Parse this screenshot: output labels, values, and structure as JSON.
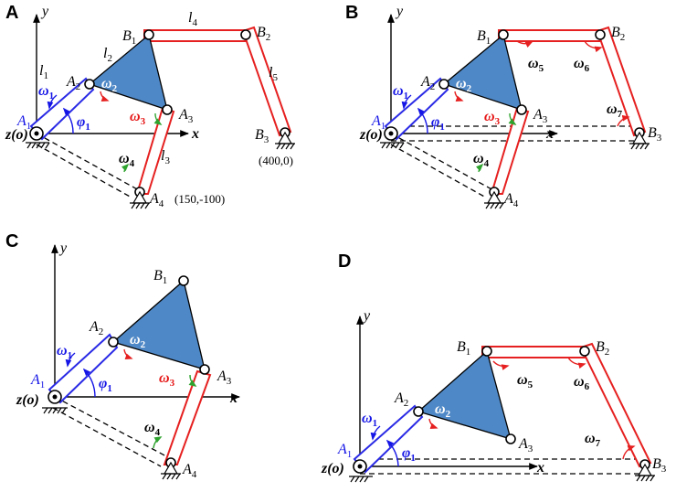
{
  "panels": {
    "A": {
      "label": "A",
      "labels": {
        "y": "y",
        "x": "x",
        "origin": "z(o)",
        "A1": "A",
        "A1s": "1",
        "A2": "A",
        "A2s": "2",
        "A3": "A",
        "A3s": "3",
        "A4": "A",
        "A4s": "4",
        "B1": "B",
        "B1s": "1",
        "B2": "B",
        "B2s": "2",
        "B3": "B",
        "B3s": "3",
        "l1": "l",
        "l1s": "1",
        "l2": "l",
        "l2s": "2",
        "l3": "l",
        "l3s": "3",
        "l4": "l",
        "l4s": "4",
        "l5": "l",
        "l5s": "5",
        "w1": "ω",
        "w1s": "1",
        "w2": "ω",
        "w2s": "2",
        "w3": "ω",
        "w3s": "3",
        "w4": "ω",
        "w4s": "4",
        "phi1": "φ",
        "phi1s": "1",
        "coordA4": "(150,-100)",
        "coordB3": "(400,0)"
      }
    },
    "B": {
      "label": "B",
      "labels": {
        "y": "y",
        "x": "x",
        "origin": "z(o)",
        "A1": "A",
        "A1s": "1",
        "A2": "A",
        "A2s": "2",
        "A3": "A",
        "A3s": "3",
        "A4": "A",
        "A4s": "4",
        "B1": "B",
        "B1s": "1",
        "B2": "B",
        "B2s": "2",
        "B3": "B",
        "B3s": "3",
        "w1": "ω",
        "w1s": "1",
        "w2": "ω",
        "w2s": "2",
        "w3": "ω",
        "w3s": "3",
        "w4": "ω",
        "w4s": "4",
        "w5": "ω",
        "w5s": "5",
        "w6": "ω",
        "w6s": "6",
        "w7": "ω",
        "w7s": "7",
        "phi1": "φ",
        "phi1s": "1"
      }
    },
    "C": {
      "label": "C",
      "labels": {
        "y": "y",
        "x": "x",
        "origin": "z(o)",
        "A1": "A",
        "A1s": "1",
        "A2": "A",
        "A2s": "2",
        "A3": "A",
        "A3s": "3",
        "A4": "A",
        "A4s": "4",
        "B1": "B",
        "B1s": "1",
        "w1": "ω",
        "w1s": "1",
        "w2": "ω",
        "w2s": "2",
        "w3": "ω",
        "w3s": "3",
        "w4": "ω",
        "w4s": "4",
        "phi1": "φ",
        "phi1s": "1"
      }
    },
    "D": {
      "label": "D",
      "labels": {
        "y": "y",
        "x": "x",
        "origin": "z(o)",
        "A1": "A",
        "A1s": "1",
        "A2": "A",
        "A2s": "2",
        "A3": "A",
        "A3s": "3",
        "B1": "B",
        "B1s": "1",
        "B2": "B",
        "B2s": "2",
        "B3": "B",
        "B3s": "3",
        "w1": "ω",
        "w1s": "1",
        "w2": "ω",
        "w2s": "2",
        "w5": "ω",
        "w5s": "5",
        "w6": "ω",
        "w6s": "6",
        "w7": "ω",
        "w7s": "7",
        "phi1": "φ",
        "phi1s": "1"
      }
    }
  },
  "colors": {
    "triangle": "#4f88c6",
    "crank": "#2a2ae6",
    "red_links": "#e62020",
    "angle_green": "#2ea32e"
  }
}
